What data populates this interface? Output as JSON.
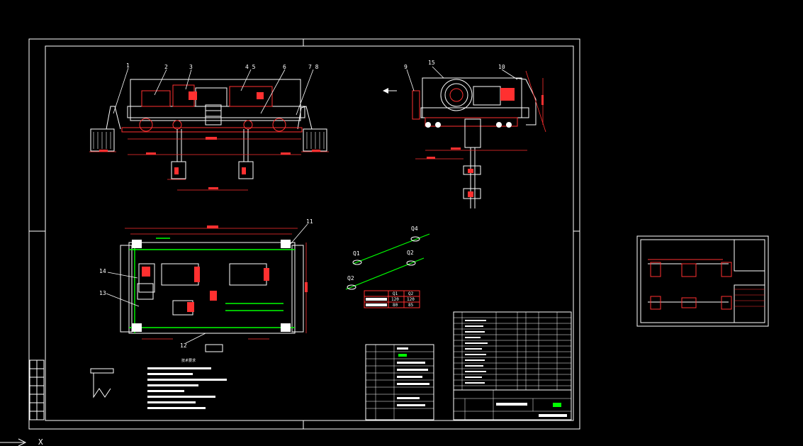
{
  "colors": {
    "background": "#000000",
    "frame": "#ffffff",
    "geometry": "#ff3030",
    "outline": "#ffffff",
    "hatch": "#00ff00",
    "text": "#ffffff"
  },
  "balloons": {
    "front_view": [
      "1",
      "2",
      "3",
      "4 5",
      "6",
      "7 8"
    ],
    "side_view": [
      "9",
      "15",
      "10"
    ],
    "top_view": [
      "11",
      "14",
      "13",
      "12"
    ]
  },
  "points": [
    "Q4",
    "Q1",
    "Q2",
    "Q2"
  ],
  "point_table": {
    "header": [
      "Q1",
      "Q2"
    ],
    "rows": [
      [
        "120",
        "120"
      ],
      [
        "80",
        "85"
      ]
    ]
  },
  "notes_title": "技术要求",
  "axis_label": "X"
}
